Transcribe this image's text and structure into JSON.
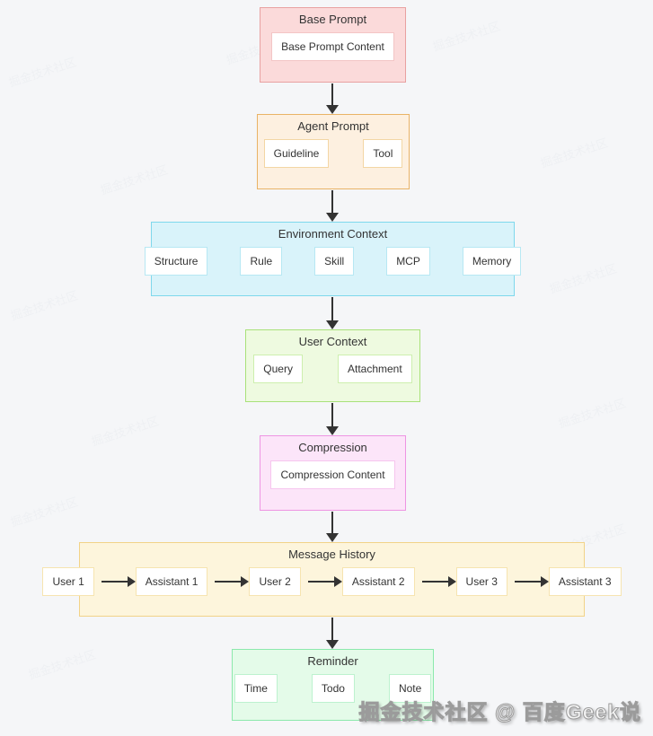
{
  "diagram": {
    "canvas_bg": "#f5f6f8",
    "arrow_color": "#333333",
    "groups": [
      {
        "title": "Base Prompt",
        "fill": "#fbdada",
        "border": "#e8a1a1",
        "node_border": "#f3c5c5",
        "nodes": [
          "Base Prompt Content"
        ]
      },
      {
        "title": "Agent Prompt",
        "fill": "#fdf0e0",
        "border": "#e9b366",
        "node_border": "#f3d6a4",
        "nodes": [
          "Guideline",
          "Tool"
        ]
      },
      {
        "title": "Environment Context",
        "fill": "#d9f3fa",
        "border": "#7fd8ec",
        "node_border": "#b7e8f3",
        "nodes": [
          "Structure",
          "Rule",
          "Skill",
          "MCP",
          "Memory"
        ]
      },
      {
        "title": "User Context",
        "fill": "#eefae0",
        "border": "#a9e17a",
        "node_border": "#cdefae",
        "nodes": [
          "Query",
          "Attachment"
        ]
      },
      {
        "title": "Compression",
        "fill": "#fce5f9",
        "border": "#ee95e3",
        "node_border": "#f6c5ee",
        "nodes": [
          "Compression Content"
        ]
      },
      {
        "title": "Message History",
        "fill": "#fdf5dc",
        "border": "#f2d388",
        "node_border": "#f6e4b0",
        "nodes": [
          "User 1",
          "Assistant 1",
          "User 2",
          "Assistant 2",
          "User 3",
          "Assistant 3"
        ]
      },
      {
        "title": "Reminder",
        "fill": "#e4fbe9",
        "border": "#8ce9ac",
        "node_border": "#bdf2cf",
        "nodes": [
          "Time",
          "Todo",
          "Note"
        ]
      }
    ]
  },
  "watermark": {
    "footer_text": "掘金技术社区 @ 百度Geek说",
    "tile_text": "掘金技术社区"
  }
}
